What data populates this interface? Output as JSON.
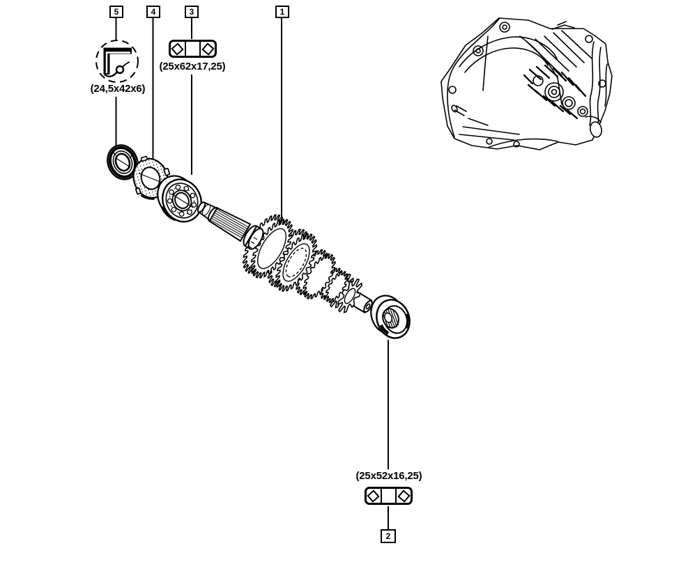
{
  "palette": {
    "background": "#ffffff",
    "ink": "#000000"
  },
  "callouts": {
    "c1": "1",
    "c2": "2",
    "c3": "3",
    "c4": "4",
    "c5": "5"
  },
  "labels": {
    "seal_dimensions": "(24,5x42x6)",
    "top_bearing_dimensions": "(25x62x17,25)",
    "bottom_bearing_dimensions": "(25x52x16,25)"
  }
}
